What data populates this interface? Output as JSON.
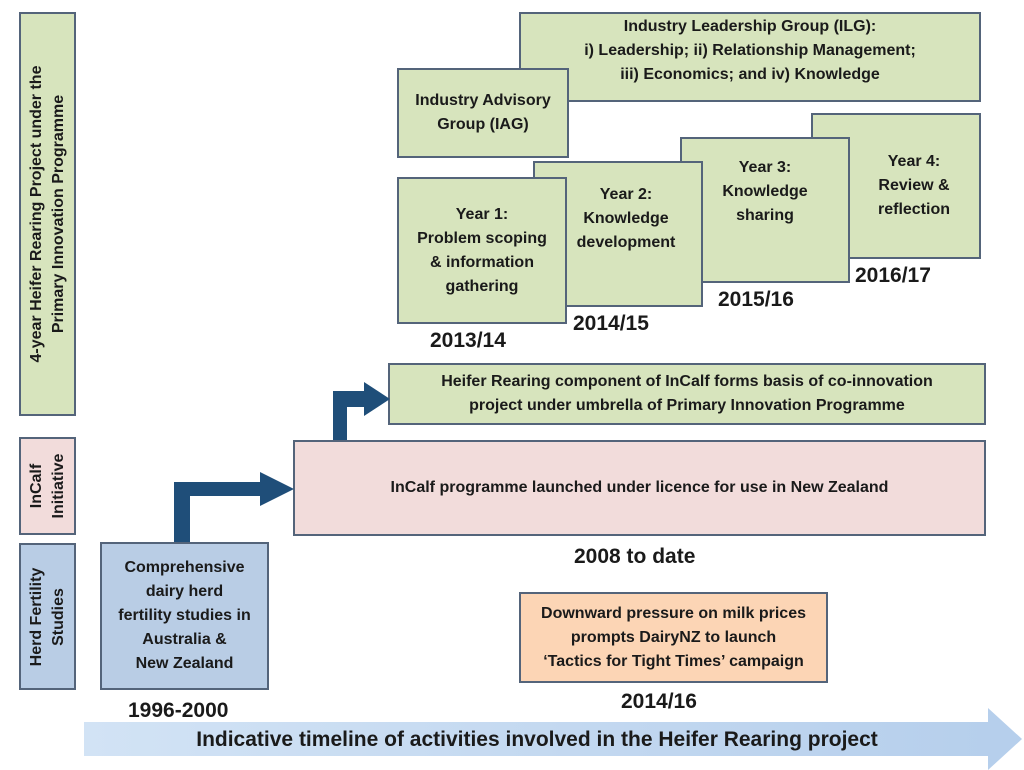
{
  "side_labels": {
    "project": "4-year Heifer Rearing Project under the\nPrimary Innovation Programme",
    "incalf": "InCalf\nInitiative",
    "herd": "Herd Fertility\nStudies"
  },
  "boxes": {
    "ilg": "Industry Leadership Group (ILG):\ni) Leadership; ii) Relationship Management;\niii) Economics; and iv) Knowledge",
    "iag": "Industry Advisory\nGroup (IAG)",
    "year4": "Year 4:\nReview &\nreflection",
    "year3": "Year 3:\nKnowledge\nsharing",
    "year2": "Year 2:\nKnowledge\ndevelopment",
    "year1": "Year 1:\nProblem scoping\n& information\ngathering",
    "heifer_component": "Heifer Rearing component of InCalf forms basis of co-innovation\nproject under umbrella of Primary Innovation Programme",
    "incalf_launch": "InCalf programme launched under licence for use in New Zealand",
    "fertility_studies": "Comprehensive\ndairy herd\nfertility studies in\nAustralia &\nNew Zealand",
    "downward": "Downward pressure on milk prices\nprompts DairyNZ to launch\n‘Tactics for Tight Times’ campaign"
  },
  "dates": {
    "year4": "2016/17",
    "year3": "2015/16",
    "year2": "2014/15",
    "year1": "2013/14",
    "incalf": "2008 to date",
    "downward": "2014/16",
    "fertility": "1996-2000"
  },
  "timeline_label": "Indicative timeline of activities involved in the Heifer Rearing project",
  "colors": {
    "green": "#d7e4bd",
    "pink": "#f2dcdb",
    "blue": "#b9cde5",
    "peach": "#fcd5b5",
    "arrow": "#1f4e79",
    "border": "#54647a"
  }
}
